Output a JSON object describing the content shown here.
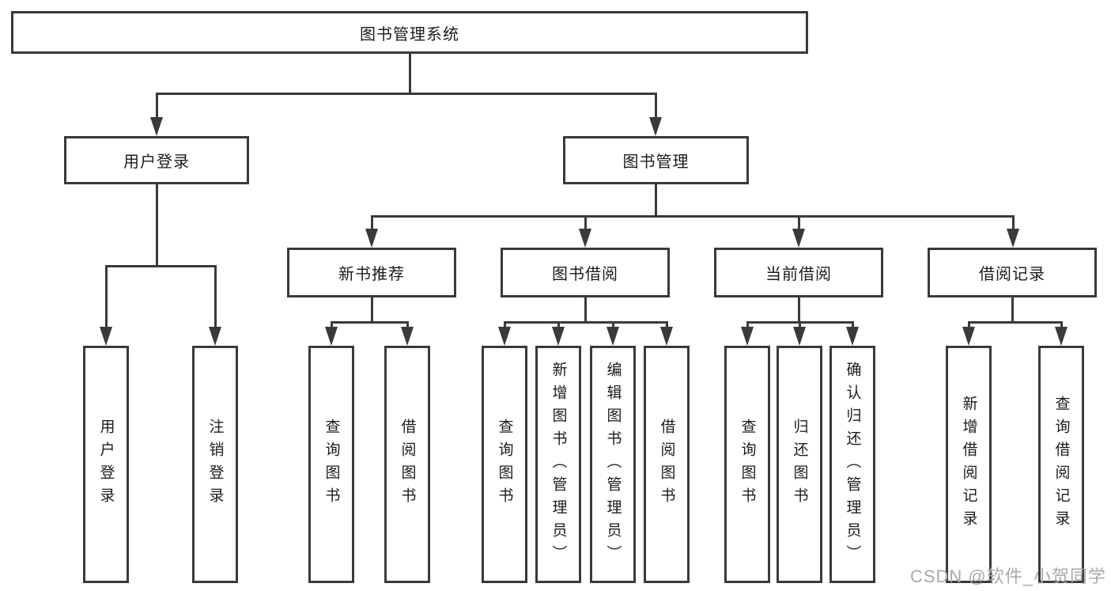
{
  "diagram": {
    "type": "hierarchy-tree",
    "root": {
      "label": "图书管理系统"
    },
    "level2": {
      "user_login": {
        "label": "用户登录"
      },
      "book_mgmt": {
        "label": "图书管理"
      }
    },
    "level3": {
      "new_book_rec": {
        "label": "新书推荐"
      },
      "book_borrow": {
        "label": "图书借阅"
      },
      "current_borrow": {
        "label": "当前借阅"
      },
      "borrow_records": {
        "label": "借阅记录"
      }
    },
    "leaves": {
      "login_user_login": {
        "label": "用户登录"
      },
      "login_logout": {
        "label": "注销登录"
      },
      "rec_query_book": {
        "label": "查询图书"
      },
      "rec_borrow_book": {
        "label": "借阅图书"
      },
      "bb_query_book": {
        "label": "查询图书"
      },
      "bb_add_book": {
        "label": "新增图书（管理员）"
      },
      "bb_edit_book": {
        "label": "编辑图书（管理员）"
      },
      "bb_borrow_book": {
        "label": "借阅图书"
      },
      "cb_query_book": {
        "label": "查询图书"
      },
      "cb_return_book": {
        "label": "归还图书"
      },
      "cb_confirm_return": {
        "label": "确认归还（管理员）"
      },
      "br_add_record": {
        "label": "新增借阅记录"
      },
      "br_query_record": {
        "label": "查询借阅记录"
      }
    }
  },
  "watermark": "CSDN @软件_小贺同学",
  "colors": {
    "line": "#3a3a3a",
    "text": "#1c1c1c",
    "background": "#ffffff",
    "watermark": "#a8a8b2"
  }
}
